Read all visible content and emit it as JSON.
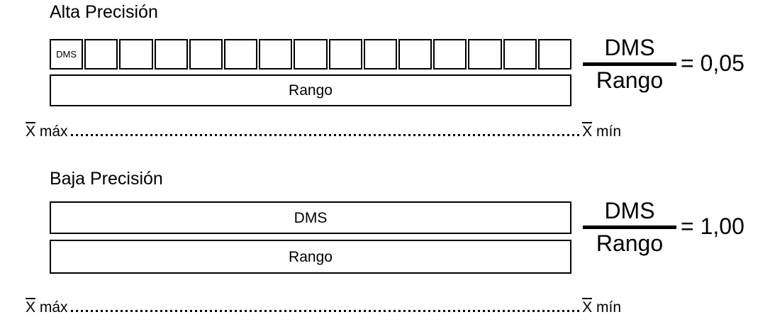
{
  "figure": {
    "sections": [
      {
        "id": "alta",
        "title": "Alta Precisión",
        "strip": {
          "cell_count": 15,
          "first_cell_label": "DMS"
        },
        "range_bar_label": "Rango",
        "ratio": {
          "numerator": "DMS",
          "denominator": "Rango",
          "equals": "= 0,05"
        },
        "axis": {
          "left_symbol": "X",
          "left_label": " máx",
          "right_symbol": "X",
          "right_label": " mín"
        }
      },
      {
        "id": "baja",
        "title": "Baja Precisión",
        "dms_bar_label": "DMS",
        "range_bar_label": "Rango",
        "ratio": {
          "numerator": "DMS",
          "denominator": "Rango",
          "equals": "= 1,00"
        },
        "axis": {
          "left_symbol": "X",
          "left_label": " máx",
          "right_symbol": "X",
          "right_label": " mín"
        }
      }
    ],
    "colors": {
      "ink": "#000000",
      "background": "#ffffff"
    }
  }
}
